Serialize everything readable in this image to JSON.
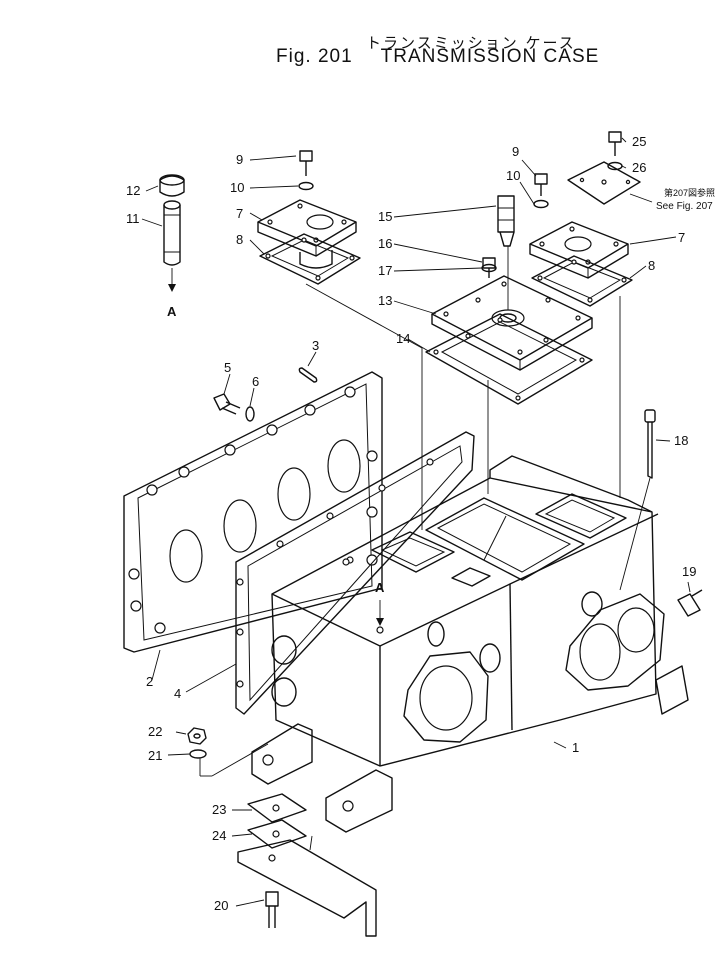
{
  "figure": {
    "title_jp": "トランスミッション ケース",
    "fig_label": "Fig. 201",
    "title_en": "TRANSMISSION CASE"
  },
  "callouts": [
    "1",
    "2",
    "3",
    "4",
    "5",
    "6",
    "7",
    "7",
    "8",
    "8",
    "9",
    "9",
    "10",
    "10",
    "11",
    "12",
    "13",
    "14",
    "15",
    "16",
    "17",
    "18",
    "19",
    "20",
    "21",
    "22",
    "23",
    "24",
    "25",
    "26"
  ],
  "section_marks": [
    "A",
    "A"
  ],
  "notes": {
    "ref_jp": "第207図参照",
    "ref_en": "See Fig. 207"
  }
}
